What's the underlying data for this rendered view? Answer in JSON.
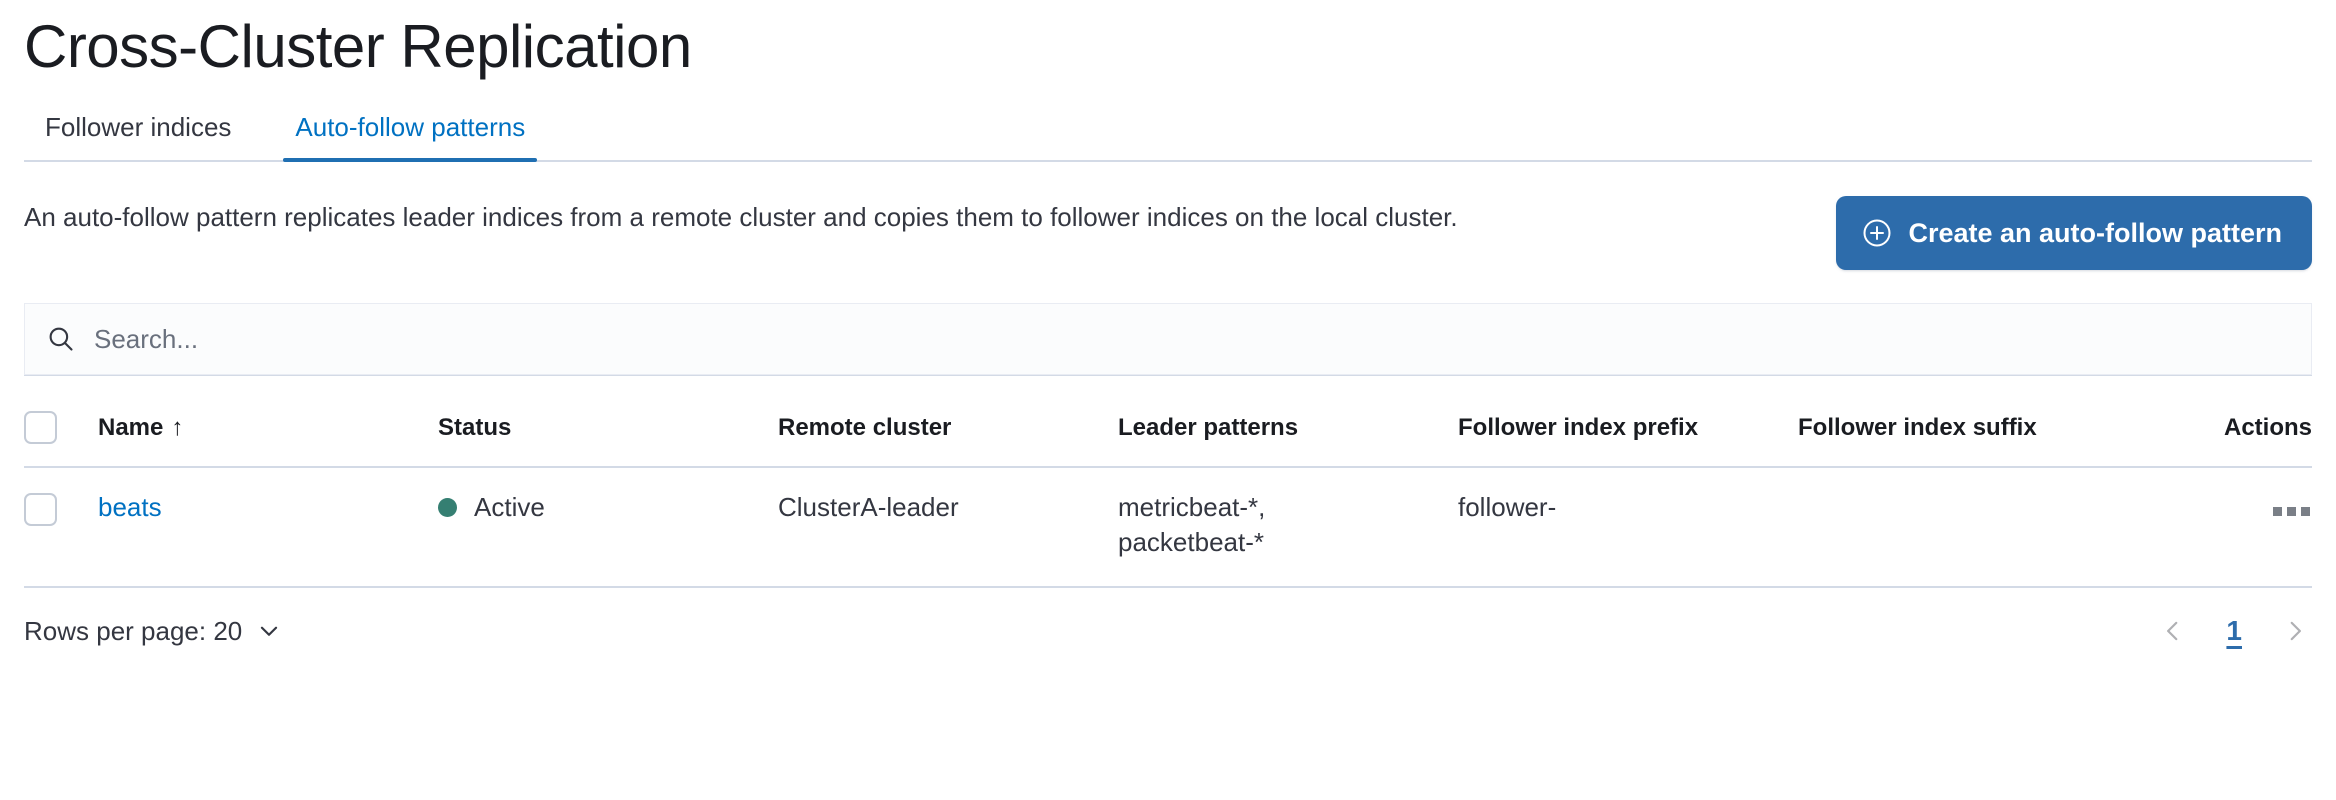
{
  "header": {
    "title": "Cross-Cluster Replication"
  },
  "tabs": [
    {
      "id": "follower-indices",
      "label": "Follower indices",
      "selected": false
    },
    {
      "id": "auto-follow-patterns",
      "label": "Auto-follow patterns",
      "selected": true
    }
  ],
  "intro": {
    "description": "An auto-follow pattern replicates leader indices from a remote cluster and copies them to follower indices on the local cluster.",
    "create_button_label": "Create an auto-follow pattern",
    "create_button_icon": "plus-in-circle-icon",
    "create_button_color": "#2d6cab"
  },
  "search": {
    "placeholder": "Search...",
    "value": "",
    "icon": "search-icon"
  },
  "table": {
    "columns": [
      {
        "key": "select",
        "label": ""
      },
      {
        "key": "name",
        "label": "Name",
        "sorted": "asc",
        "sort_icon": "arrow-up-icon"
      },
      {
        "key": "status",
        "label": "Status"
      },
      {
        "key": "remote_cluster",
        "label": "Remote cluster"
      },
      {
        "key": "leader_patterns",
        "label": "Leader patterns"
      },
      {
        "key": "follower_index_prefix",
        "label": "Follower index prefix"
      },
      {
        "key": "follower_index_suffix",
        "label": "Follower index suffix"
      },
      {
        "key": "actions",
        "label": "Actions"
      }
    ],
    "rows": [
      {
        "name": "beats",
        "status": "Active",
        "status_color": "#357f72",
        "remote_cluster": "ClusterA-leader",
        "leader_patterns": "metricbeat-*,\npacketbeat-*",
        "follower_index_prefix": "follower-",
        "follower_index_suffix": "",
        "actions_icon": "actions-menu-icon"
      }
    ]
  },
  "footer": {
    "rows_per_page_label": "Rows per page: 20",
    "pagination": {
      "prev_icon": "chevron-left-icon",
      "next_icon": "chevron-right-icon",
      "current_page": "1"
    }
  }
}
